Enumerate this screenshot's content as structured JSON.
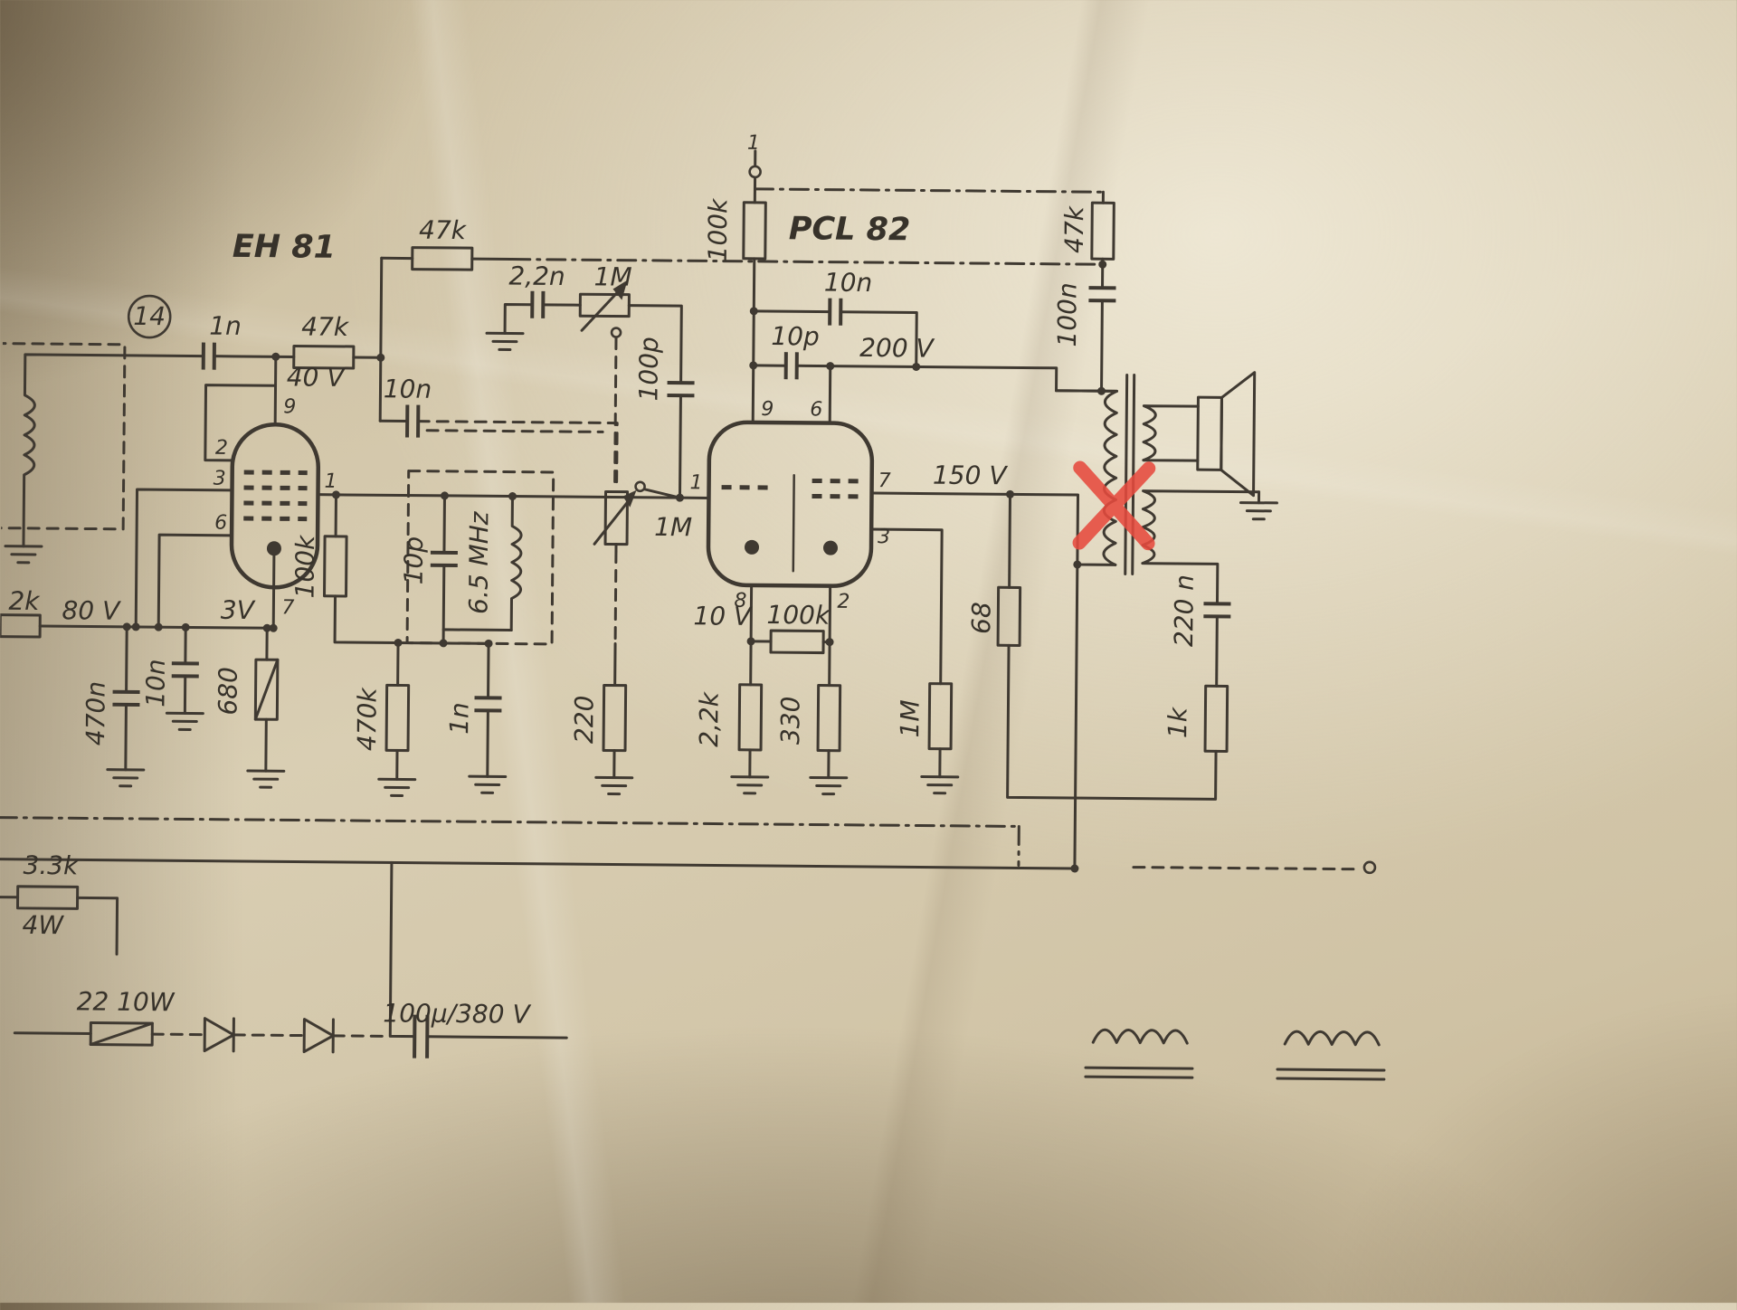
{
  "colors": {
    "ink": "#3f3931",
    "paper": "#d9ceb3",
    "annotation_red": "#e64a3d"
  },
  "labels": {
    "eh81": "EH 81",
    "pcl82": "PCL 82",
    "badge14": "14",
    "r47k_top": "47k",
    "c22n": "2,2n",
    "pot1m_top": "1M",
    "r100k_plate": "100k",
    "r47k_right": "47k",
    "c100n_right": "100n",
    "c10n_pcl": "10n",
    "c10p_pcl": "10p",
    "v200": "200 V",
    "c1n_in": "1n",
    "r47k_in": "47k",
    "v40": "40 V",
    "c10n_mid": "10n",
    "c100p": "100p",
    "v3": "3V",
    "v80": "80 V",
    "r2k": "2k",
    "c470n": "470n",
    "c10n_left": "10n",
    "r680": "680",
    "r100k_grid": "100k",
    "c10p_filter": "10p",
    "l65mhz": "6.5 MHz",
    "r470k": "470k",
    "c1n_filter": "1n",
    "pot1m_mid": "1M",
    "r220": "220",
    "v150": "150 V",
    "v10": "10 V",
    "r100k_bias": "100k",
    "r22k": "2,2k",
    "r330": "330",
    "r1m_grid": "1M",
    "r68": "68",
    "c220n": "220 n",
    "r1k": "1k",
    "r33k": "3.3k",
    "w4": "4W",
    "r22_10w": "22  10W",
    "c100u": "100µ/380 V",
    "pin_top1": "1"
  },
  "pins": {
    "eh81": {
      "9": "9",
      "2": "2",
      "3": "3",
      "6": "6",
      "1": "1",
      "7": "7"
    },
    "pcl82": {
      "9": "9",
      "6": "6",
      "1": "1",
      "7": "7",
      "3": "3",
      "8": "8",
      "2": "2"
    }
  }
}
